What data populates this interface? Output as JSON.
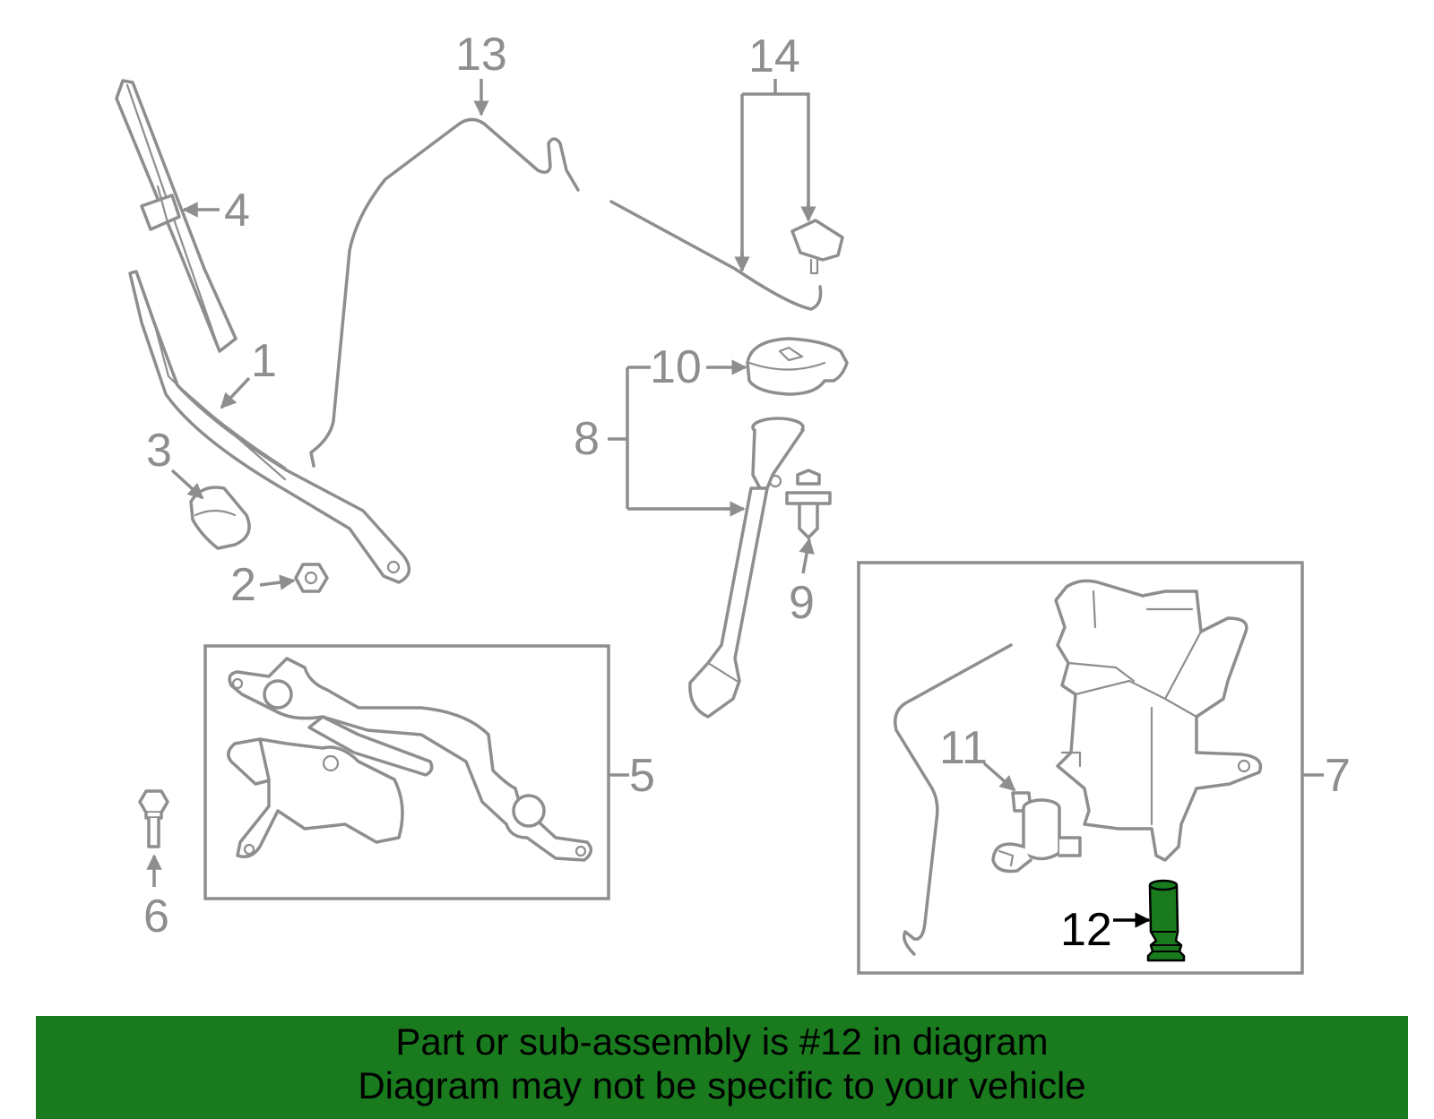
{
  "diagram": {
    "callouts": {
      "c1": "1",
      "c2": "2",
      "c3": "3",
      "c4": "4",
      "c5": "5",
      "c6": "6",
      "c7": "7",
      "c8": "8",
      "c9": "9",
      "c10": "10",
      "c11": "11",
      "c12": "12",
      "c13": "13",
      "c14": "14"
    },
    "highlighted_part": "12",
    "colors": {
      "line": "#8e8e8e",
      "highlight_part": "#197b1e",
      "banner": "#197b1e",
      "highlight_text": "#000000"
    }
  },
  "banner": {
    "line1": "Part or sub-assembly is #12 in diagram",
    "line2": "Diagram may not be specific to your vehicle"
  }
}
